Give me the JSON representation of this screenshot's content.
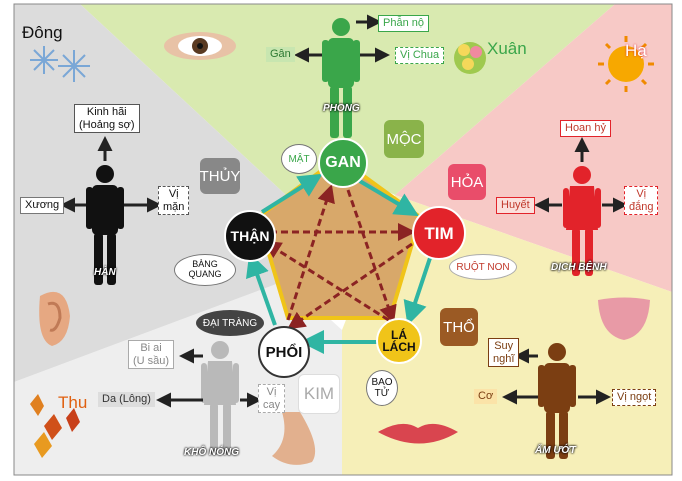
{
  "colors": {
    "wood": "#3aa64a",
    "fire": "#e2232a",
    "earth": "#f0c419",
    "metal": "#ffffff",
    "water": "#111111",
    "pentagon": "#d8a86a",
    "gen_arrow": "#2fb5a3",
    "ctrl_arrow": "#8b2323",
    "spring_bg": "#d9eab0",
    "summer_bg": "#f7c9c6",
    "lateSummer_bg": "#f6efb8",
    "autumn_bg": "#eeeeee",
    "winter_bg": "#dcdcdc"
  },
  "organs": {
    "liver": "GAN",
    "heart": "TIM",
    "spleen": "LÁ LÁCH",
    "lung": "PHỔI",
    "kidney": "THẬN"
  },
  "partners": {
    "liver": "MẬT",
    "heart": "RUỘT NON",
    "spleen": "BAO TỬ",
    "lung": "ĐẠI TRÀNG",
    "kidney": "BÀNG QUANG"
  },
  "elements": {
    "wood": "MỘC",
    "fire": "HỎA",
    "earth": "THỔ",
    "metal": "KIM",
    "water": "THỦY"
  },
  "seasons": {
    "spring": "Xuân",
    "summer": "Hạ",
    "autumn": "Thu",
    "winter": "Đông"
  },
  "climates": {
    "wood": "PHONG",
    "fire": "DỊCH BỆNH",
    "earth": "ẨM ƯỚT",
    "metal": "KHÔ NÓNG",
    "water": "HÀN"
  },
  "wood": {
    "emotion": "Phẫn nộ",
    "tissue": "Gân",
    "taste": "Vị Chua"
  },
  "fire": {
    "emotion": "Hoan hỷ",
    "tissue": "Huyết",
    "taste_1": "Vị",
    "taste_2": "đắng"
  },
  "earth": {
    "emotion_1": "Suy",
    "emotion_2": "nghĩ",
    "tissue": "Cơ",
    "taste": "Vị ngọt"
  },
  "metal": {
    "emotion_1": "Bi ai",
    "emotion_2": "(U sầu)",
    "tissue": "Da (Lông)",
    "taste_1": "Vị",
    "taste_2": "cay"
  },
  "water": {
    "emotion_1": "Kinh hãi",
    "emotion_2": "(Hoảng sợ)",
    "tissue": "Xương",
    "taste_1": "Vị",
    "taste_2": "mặn"
  },
  "icons": [
    "eye-icon",
    "flower-icon",
    "sun-icon",
    "tongue-icon",
    "lips-icon",
    "nose-icon",
    "ear-icon",
    "snowflake-icon",
    "autumn-leaves-icon"
  ]
}
